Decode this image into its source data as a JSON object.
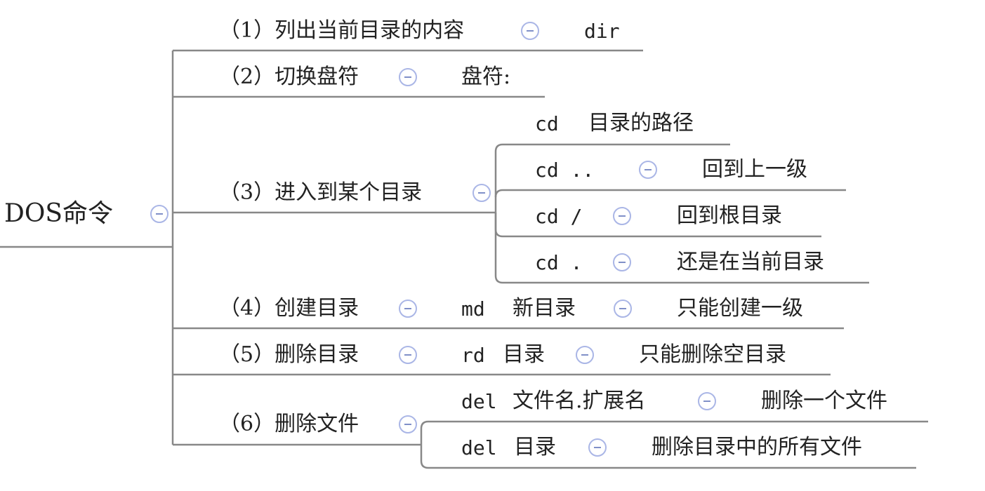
{
  "colors": {
    "line": "#888888",
    "collapse_icon_border": "#aab6e6",
    "collapse_icon_bar": "#8090c8",
    "text": "#222222"
  },
  "root": {
    "label": "DOS命令",
    "collapse_icon": "minus-circle-icon"
  },
  "branches": [
    {
      "label": "（1）列出当前目录的内容",
      "command": "dir"
    },
    {
      "label": "（2）切换盘符",
      "command": "盘符:"
    },
    {
      "label": "（3）进入到某个目录",
      "children": [
        {
          "command": "cd",
          "detail": "目录的路径"
        },
        {
          "command": "cd  ..",
          "detail": "回到上一级"
        },
        {
          "command": "cd /",
          "detail": "回到根目录"
        },
        {
          "command": "cd .",
          "detail": "还是在当前目录"
        }
      ]
    },
    {
      "label": "（4）创建目录",
      "command_mono": "md",
      "command_text": "新目录",
      "note": "只能创建一级"
    },
    {
      "label": "（5）删除目录",
      "command_mono": "rd",
      "command_text": "目录",
      "note": "只能删除空目录"
    },
    {
      "label": "（6）删除文件",
      "children": [
        {
          "command_mono": "del",
          "command_text": "文件名.扩展名",
          "detail": "删除一个文件"
        },
        {
          "command_mono": "del",
          "command_text": "目录",
          "detail": "删除目录中的所有文件"
        }
      ]
    }
  ]
}
